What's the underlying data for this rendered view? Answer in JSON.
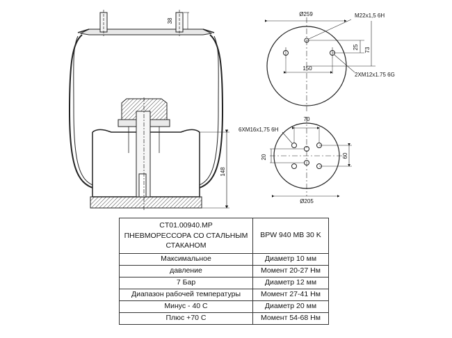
{
  "drawing": {
    "side_view": {
      "height_dim": "148",
      "stud_dim": "38"
    },
    "top_plate": {
      "diameter_label": "Ø259",
      "thread_label": "M22x1,5 6H",
      "bolt_spacing": "150",
      "offset_small": "25",
      "offset_large": "73",
      "bolt_thread_label": "2XM12x1.75 6G"
    },
    "bottom_plate": {
      "thread_label": "6XM16x1,75 6H",
      "diameter_label": "Ø205",
      "width_dim": "70",
      "height_dim": "60",
      "offset_dim": "20"
    }
  },
  "table": {
    "header": {
      "code": "CT01.00940.MP",
      "name": "ПНЕВМОРЕССОРА СО СТАЛЬНЫМ СТАКАНОМ",
      "reference": "BPW 940 MB 30 K"
    },
    "rows": [
      {
        "left": "Максимальное",
        "right": "Диаметр 10 мм"
      },
      {
        "left": "давление",
        "right": "Момент 20-27 Нм"
      },
      {
        "left": "7 Бар",
        "right": "Диаметр 12 мм"
      },
      {
        "left": "Диапазон рабочей температуры",
        "right": "Момент 27-41 Нм"
      },
      {
        "left": "Минус - 40 С",
        "right": "Диаметр 20 мм"
      },
      {
        "left": "Плюс +70 С",
        "right": "Момент 54-68 Нм"
      }
    ]
  }
}
